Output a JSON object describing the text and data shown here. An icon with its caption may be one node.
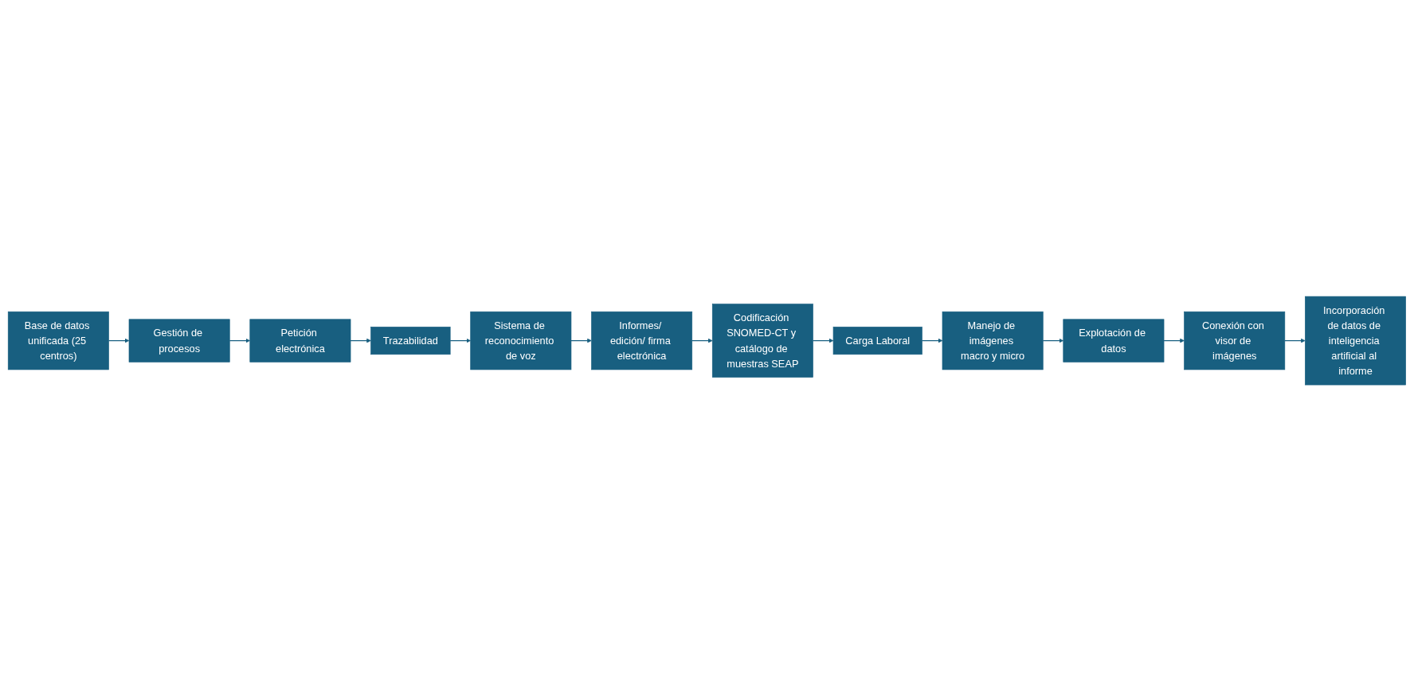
{
  "diagram": {
    "nodes": [
      {
        "text": [
          "Base de datos unificada (25 centros)"
        ]
      },
      {
        "text": [
          "Gestión de procesos"
        ]
      },
      {
        "text": [
          "Petición electrónica"
        ]
      },
      {
        "text": [
          "Trazabilidad"
        ]
      },
      {
        "text": [
          "Sistema de reconocimiento de voz"
        ]
      },
      {
        "text": [
          "Informes/ edición/ firma electrónica"
        ]
      },
      {
        "text": [
          "Codificación SNOMED-CT y catálogo de muestras SEAP"
        ]
      },
      {
        "text": [
          "Carga Laboral"
        ]
      },
      {
        "text": [
          "Manejo de imágenes macro y micro"
        ]
      },
      {
        "text": [
          "Explotación de datos"
        ]
      },
      {
        "text": [
          "Conexión con visor de imágenes"
        ]
      },
      {
        "text": [
          "Incorporación de datos de inteligencia artificial al informe"
        ]
      }
    ],
    "edges": [
      {
        "from": 0,
        "to": 1,
        "arrow": "to"
      },
      {
        "from": 1,
        "to": 2,
        "arrow": "to"
      },
      {
        "from": 2,
        "to": 3,
        "arrow": "to"
      },
      {
        "from": 3,
        "to": 4,
        "arrow": "to"
      },
      {
        "from": 4,
        "to": 5,
        "arrow": "to"
      },
      {
        "from": 5,
        "to": 6,
        "arrow": "to"
      },
      {
        "from": 6,
        "to": 7,
        "arrow": "to"
      },
      {
        "from": 7,
        "to": 8,
        "arrow": "to"
      },
      {
        "from": 8,
        "to": 9,
        "arrow": "to"
      },
      {
        "from": 9,
        "to": 10,
        "arrow": "to"
      },
      {
        "from": 10,
        "to": 11,
        "arrow": "to"
      }
    ]
  }
}
